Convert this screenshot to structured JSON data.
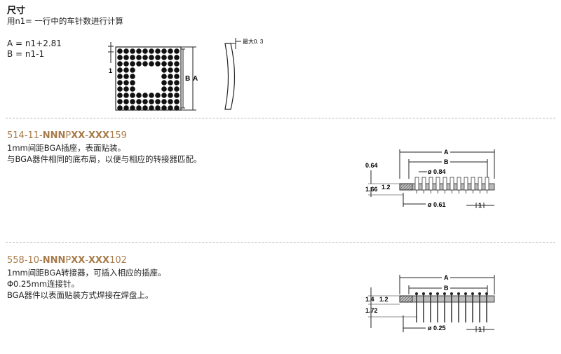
{
  "title": "尺寸",
  "subtitle": "用n1= 一行中的车针数进行计算",
  "formulas": [
    "A = n1+2.81",
    "B = n1-1"
  ],
  "top_figure": {
    "label_one": "1",
    "label_b": "B",
    "label_a": "A",
    "label_max": "最大0. 3"
  },
  "products": [
    {
      "part_prefix": "514-11-",
      "part_nnn": "NNN",
      "part_p": "P",
      "part_xx": "XX",
      "part_dash": "-",
      "part_xxx": "XXX",
      "part_suffix": "159",
      "lines": [
        "1mm间距BGA插座，表面贴装。",
        "与BGA器件相同的底布局，以便与相应的转接器匹配。"
      ],
      "dims": {
        "a": "A",
        "b": "B",
        "d1": "ø 0.84",
        "h1": "0.64",
        "h2": "1.66",
        "h3": "1.2",
        "d2": "ø 0.61",
        "p": "1"
      }
    },
    {
      "part_prefix": "558-10-",
      "part_nnn": "NNN",
      "part_p": "P",
      "part_xx": "XX",
      "part_dash": "-",
      "part_xxx": "XXX",
      "part_suffix": "102",
      "lines": [
        "1mm间距BGA转接器，可插入相应的插座。",
        "Φ0.25mm连接针。",
        "BGA器件以表面贴装方式焊接在焊盘上。"
      ],
      "dims": {
        "a": "A",
        "b": "B",
        "h1": "1.4",
        "h2": "1.2",
        "h3": "1.72",
        "d1": "ø 0.25",
        "p": "1"
      }
    }
  ]
}
